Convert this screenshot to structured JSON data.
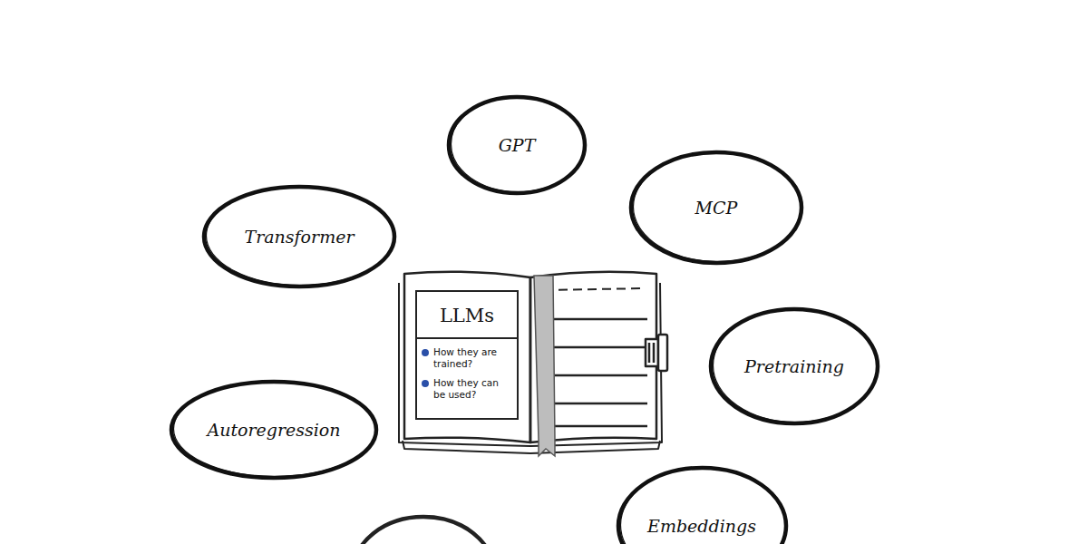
{
  "diagram": {
    "nodes": [
      {
        "text": [
          "GPT"
        ]
      },
      {
        "text": [
          "MCP"
        ]
      },
      {
        "text": [
          "Transformer"
        ]
      },
      {
        "text": [
          "LLMs",
          "How they are trained?",
          "How they can be used?"
        ]
      },
      {
        "text": [
          "Pretraining"
        ]
      },
      {
        "text": [
          "Autoregression"
        ]
      },
      {
        "text": [
          "Embeddings"
        ]
      }
    ]
  }
}
